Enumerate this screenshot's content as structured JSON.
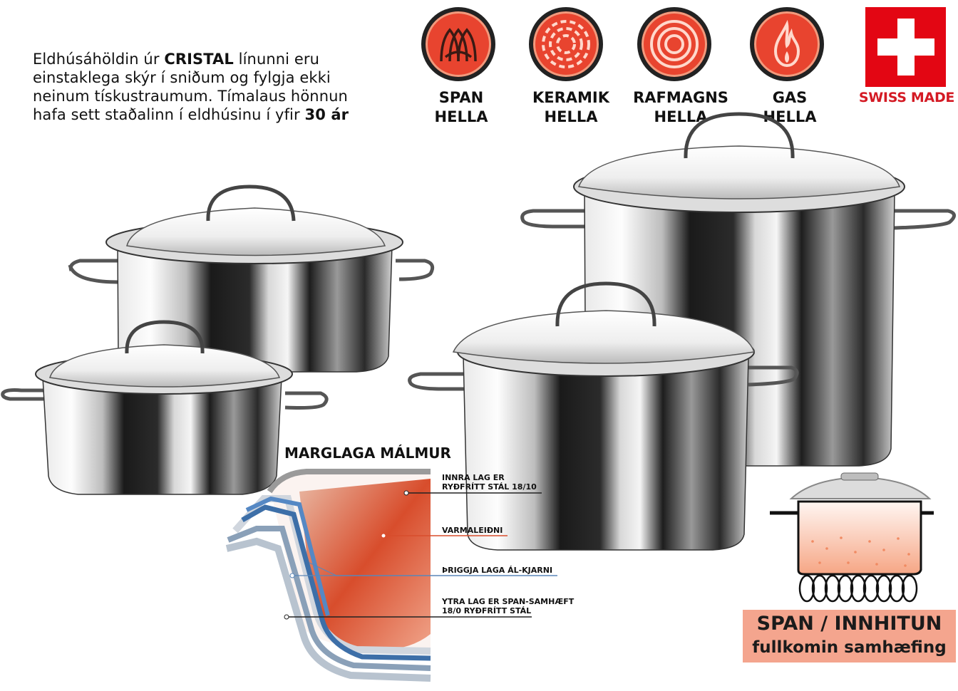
{
  "intro": {
    "part1": "Eldhúsáhöldin úr ",
    "brand": "CRISTAL",
    "part2": " línunni eru einstaklega skýr í sniðum og fylgja ekki neinum tískustraumum. Tímalaus hönnun hafa sett staðalinn í eldhúsinu í yfir ",
    "years": "30 ár"
  },
  "hobs": [
    {
      "icon": "induction-coil-icon",
      "line1": "SPAN",
      "line2": "HELLA"
    },
    {
      "icon": "ceramic-hob-icon",
      "line1": "KERAMIK",
      "line2": "HELLA"
    },
    {
      "icon": "electric-plate-icon",
      "line1": "RAFMAGNS",
      "line2": "HELLA"
    },
    {
      "icon": "gas-flame-icon",
      "line1": "GAS",
      "line2": "HELLA"
    }
  ],
  "swiss": {
    "label": "SWISS MADE",
    "color": "#e30613"
  },
  "colors": {
    "badge": "#e8442f",
    "badge_ring": "#222222",
    "induction_box": "#f4a58e"
  },
  "layers": {
    "title": "MARGLAGA MÁLMUR",
    "inner_1": "INNRA LAG ER",
    "inner_2": "RYÐFRÍTT STÁL 18/10",
    "conduct": "VARMALEIÐNI",
    "core": "ÞRIGGJA LAGA ÁL-KJARNI",
    "outer_1": "YTRA LAG ER SPAN-SAMHÆFT",
    "outer_2": "18/0 RYÐFRÍTT STÁL"
  },
  "induction": {
    "line1": "SPAN / INNHITUN",
    "line2": "fullkomin samhæfing"
  }
}
